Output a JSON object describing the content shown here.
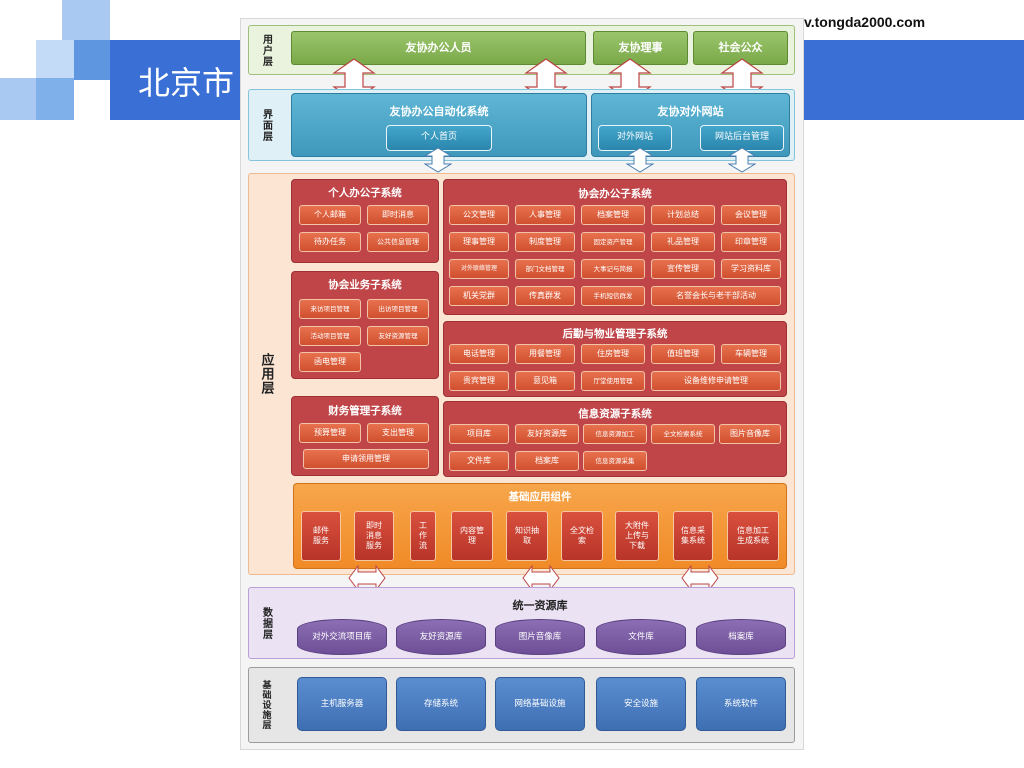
{
  "slide": {
    "title": "北京市",
    "url": "v.tongda2000.com"
  },
  "layers": {
    "user": "用户层",
    "ui": "界面层",
    "app": "应用层",
    "data": "数据层",
    "infra": "基础设施层"
  },
  "user_layer": [
    "友协办公人员",
    "友协理事",
    "社会公众"
  ],
  "ui_layer": {
    "oa_title": "友协办公自动化系统",
    "oa_items": [
      "个人首页"
    ],
    "web_title": "友协对外网站",
    "web_items": [
      "对外网站",
      "网站后台管理"
    ]
  },
  "app_layer": {
    "personal": {
      "title": "个人办公子系统",
      "items": [
        "个人邮箱",
        "即时消息",
        "待办任务",
        "公共信息管理"
      ]
    },
    "business": {
      "title": "协会业务子系统",
      "items": [
        "来访项目管理",
        "出访项目管理",
        "活动项目管理",
        "友好资源管理",
        "函电管理"
      ]
    },
    "finance": {
      "title": "财务管理子系统",
      "items": [
        "预算管理",
        "支出管理",
        "申请领用管理"
      ]
    },
    "office": {
      "title": "协会办公子系统",
      "items": [
        "公文管理",
        "人事管理",
        "档案管理",
        "计划总结",
        "会议管理",
        "理事管理",
        "制度管理",
        "固定资产管理",
        "礼品管理",
        "印章管理",
        "对外联络管理",
        "部门文档管理",
        "大事记与简报",
        "宣传管理",
        "学习资料库",
        "机关党群",
        "传真群发",
        "手机短信群发",
        "名誉会长与老干部活动"
      ]
    },
    "logistics": {
      "title": "后勤与物业管理子系统",
      "items": [
        "电话管理",
        "用餐管理",
        "住房管理",
        "值班管理",
        "车辆管理",
        "贵宾管理",
        "意见箱",
        "厅堂使用管理",
        "设备维修申请管理"
      ]
    },
    "info": {
      "title": "信息资源子系统",
      "items": [
        "项目库",
        "友好资源库",
        "信息资源加工",
        "全文检索系统",
        "图片音像库",
        "文件库",
        "档案库",
        "信息资源采集"
      ]
    },
    "base": {
      "title": "基础应用组件",
      "items": [
        "邮件服务",
        "即时消息服务",
        "工作流",
        "内容管理",
        "知识抽取",
        "全文检索",
        "大附件上传与下载",
        "信息采集系统",
        "信息加工生成系统"
      ]
    }
  },
  "data_layer": {
    "title": "统一资源库",
    "items": [
      "对外交流项目库",
      "友好资源库",
      "图片音像库",
      "文件库",
      "档案库"
    ]
  },
  "infra_layer": [
    "主机服务器",
    "存储系统",
    "网络基础设施",
    "安全设施",
    "系统软件"
  ]
}
